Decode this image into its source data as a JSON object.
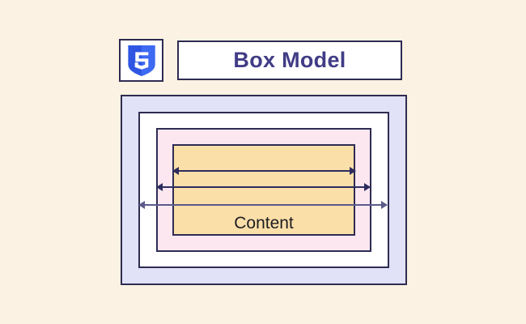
{
  "header": {
    "title": "Box Model",
    "logo": {
      "icon": "css3-shield-icon"
    }
  },
  "diagram": {
    "content_label": "Content",
    "layers": [
      {
        "name": "margin",
        "color": "#e1e1f7"
      },
      {
        "name": "border",
        "color": "#ffffff"
      },
      {
        "name": "padding",
        "color": "#fce7f1"
      },
      {
        "name": "content",
        "color": "#fbdfa9"
      }
    ],
    "arrows": [
      {
        "name": "content-width-arrow",
        "spans": "content"
      },
      {
        "name": "padding-width-arrow",
        "spans": "padding"
      },
      {
        "name": "border-width-arrow",
        "spans": "border"
      }
    ]
  },
  "colors": {
    "bg": "#fcf2e3",
    "line": "#2e2c52",
    "margin": "#e1e1f7",
    "border_layer": "#ffffff",
    "padding": "#fce7f1",
    "content": "#fbdfa9",
    "arrow": "#2d2c5e",
    "arrow_muted": "#5b5a8a",
    "shadow": "#f2a650",
    "title_text": "#413c86",
    "content_text": "#1e1d21",
    "logo_blue": "#2f56e3",
    "logo_blue_light": "#3d6af2"
  }
}
